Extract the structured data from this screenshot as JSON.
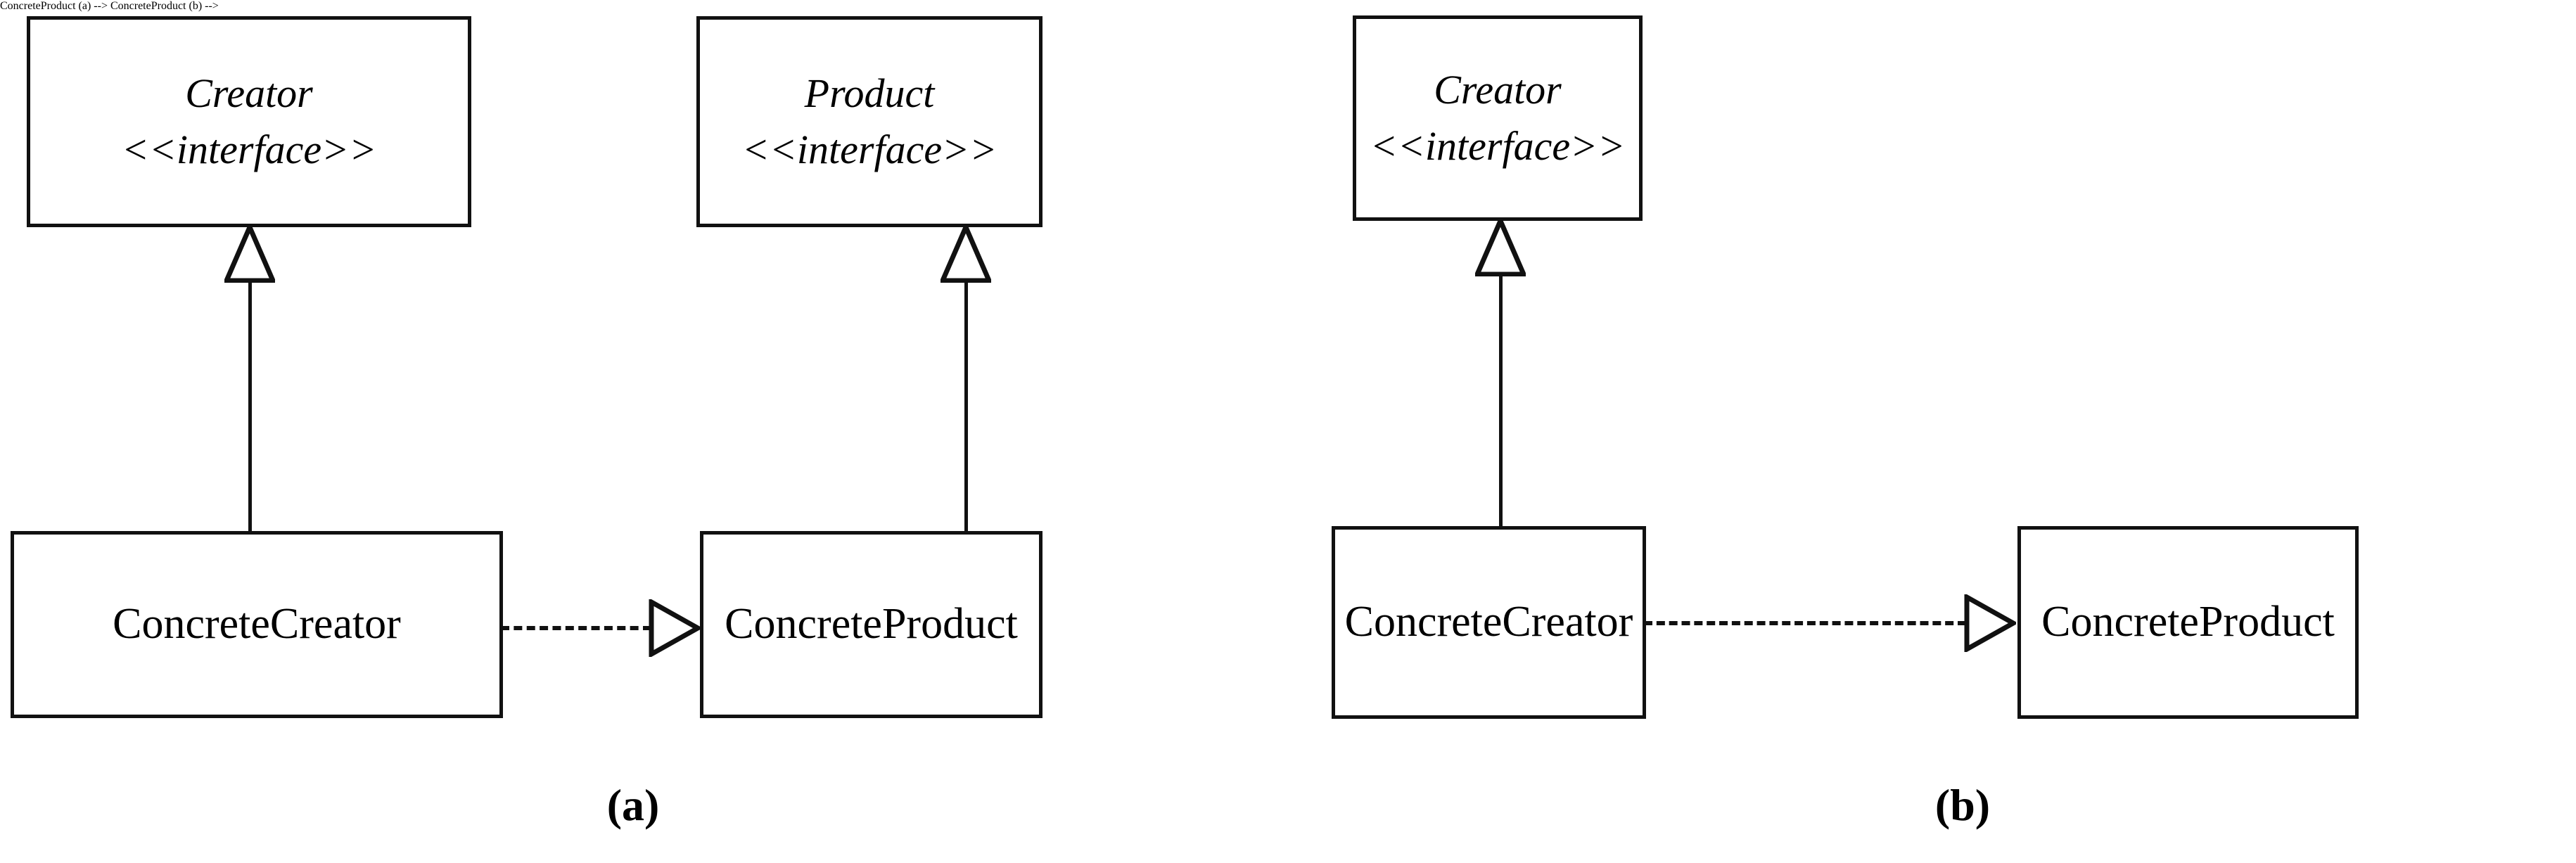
{
  "figure": {
    "type": "uml-class-diagram",
    "background_color": "#ffffff",
    "stroke_color": "#111111",
    "text_color": "#000000"
  },
  "subfigures": [
    {
      "caption": "(a)",
      "classes": {
        "creator_interface": {
          "name": "Creator",
          "stereotype": "<<interface>>"
        },
        "product_interface": {
          "name": "Product",
          "stereotype": "<<interface>>"
        },
        "concrete_creator": {
          "name": "ConcreteCreator"
        },
        "concrete_product": {
          "name": "ConcreteProduct"
        }
      },
      "relations": [
        {
          "kind": "generalization",
          "from": "ConcreteCreator",
          "to": "Creator"
        },
        {
          "kind": "generalization",
          "from": "ConcreteProduct",
          "to": "Product"
        },
        {
          "kind": "realization",
          "from": "ConcreteCreator",
          "to": "ConcreteProduct"
        }
      ]
    },
    {
      "caption": "(b)",
      "classes": {
        "creator_interface": {
          "name": "Creator",
          "stereotype": "<<interface>>"
        },
        "concrete_creator": {
          "name": "ConcreteCreator"
        },
        "concrete_product": {
          "name": "ConcreteProduct"
        }
      },
      "relations": [
        {
          "kind": "generalization",
          "from": "ConcreteCreator",
          "to": "Creator"
        },
        {
          "kind": "realization",
          "from": "ConcreteCreator",
          "to": "ConcreteProduct"
        }
      ]
    }
  ]
}
